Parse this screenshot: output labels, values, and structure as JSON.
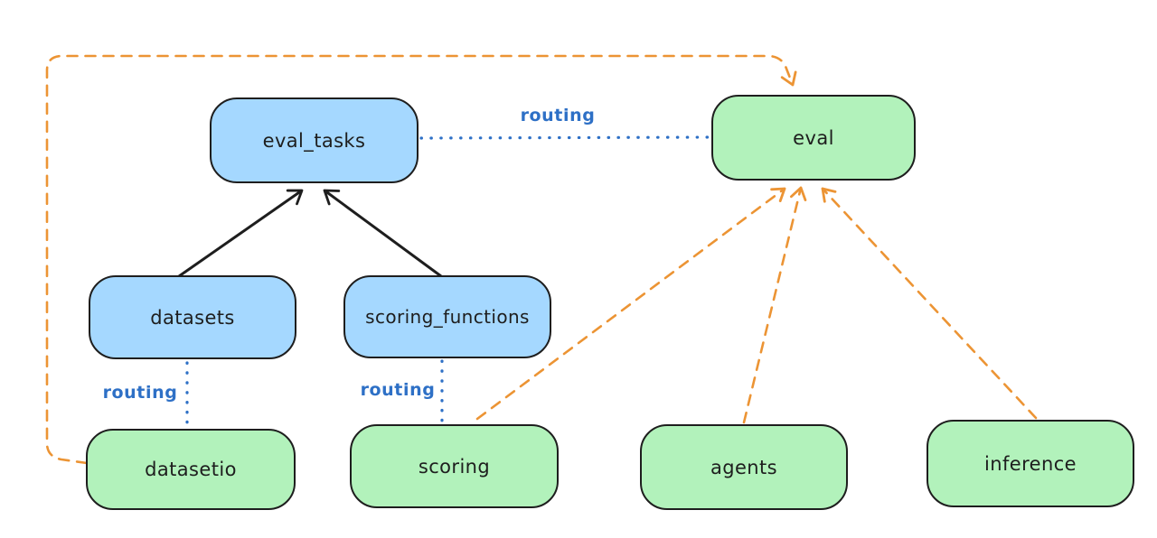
{
  "canvas": {
    "background": "#ffffff"
  },
  "colors": {
    "black": "#1e1e1e",
    "blue": "#2e70c6",
    "orange": "#ec9434",
    "blue_fill": "#a5d8ff",
    "green_fill": "#b2f2bb"
  },
  "diagram": {
    "nodes": {
      "eval_tasks": {
        "label": "eval_tasks",
        "fill": "#a5d8ff"
      },
      "eval": {
        "label": "eval",
        "fill": "#b2f2bb"
      },
      "datasets": {
        "label": "datasets",
        "fill": "#a5d8ff"
      },
      "scoring_functions": {
        "label": "scoring_functions",
        "fill": "#a5d8ff"
      },
      "datasetio": {
        "label": "datasetio",
        "fill": "#b2f2bb"
      },
      "scoring": {
        "label": "scoring",
        "fill": "#b2f2bb"
      },
      "agents": {
        "label": "agents",
        "fill": "#b2f2bb"
      },
      "inference": {
        "label": "inference",
        "fill": "#b2f2bb"
      }
    },
    "edge_labels": {
      "eval_tasks_to_eval": "routing",
      "datasets_to_datasetio": "routing",
      "scoring_functions_to_scoring": "routing"
    },
    "edges": [
      {
        "from": "datasets",
        "to": "eval_tasks",
        "style": "solid-arrow",
        "color": "#1e1e1e"
      },
      {
        "from": "scoring_functions",
        "to": "eval_tasks",
        "style": "solid-arrow",
        "color": "#1e1e1e"
      },
      {
        "from": "eval_tasks",
        "to": "eval",
        "style": "dotted",
        "color": "#2e70c6",
        "label": "routing"
      },
      {
        "from": "datasets",
        "to": "datasetio",
        "style": "dotted",
        "color": "#2e70c6",
        "label": "routing"
      },
      {
        "from": "scoring_functions",
        "to": "scoring",
        "style": "dotted",
        "color": "#2e70c6",
        "label": "routing"
      },
      {
        "from": "datasetio",
        "to": "eval",
        "style": "dashed-arrow",
        "color": "#ec9434"
      },
      {
        "from": "scoring",
        "to": "eval",
        "style": "dashed-arrow",
        "color": "#ec9434"
      },
      {
        "from": "agents",
        "to": "eval",
        "style": "dashed-arrow",
        "color": "#ec9434"
      },
      {
        "from": "inference",
        "to": "eval",
        "style": "dashed-arrow",
        "color": "#ec9434"
      }
    ]
  }
}
